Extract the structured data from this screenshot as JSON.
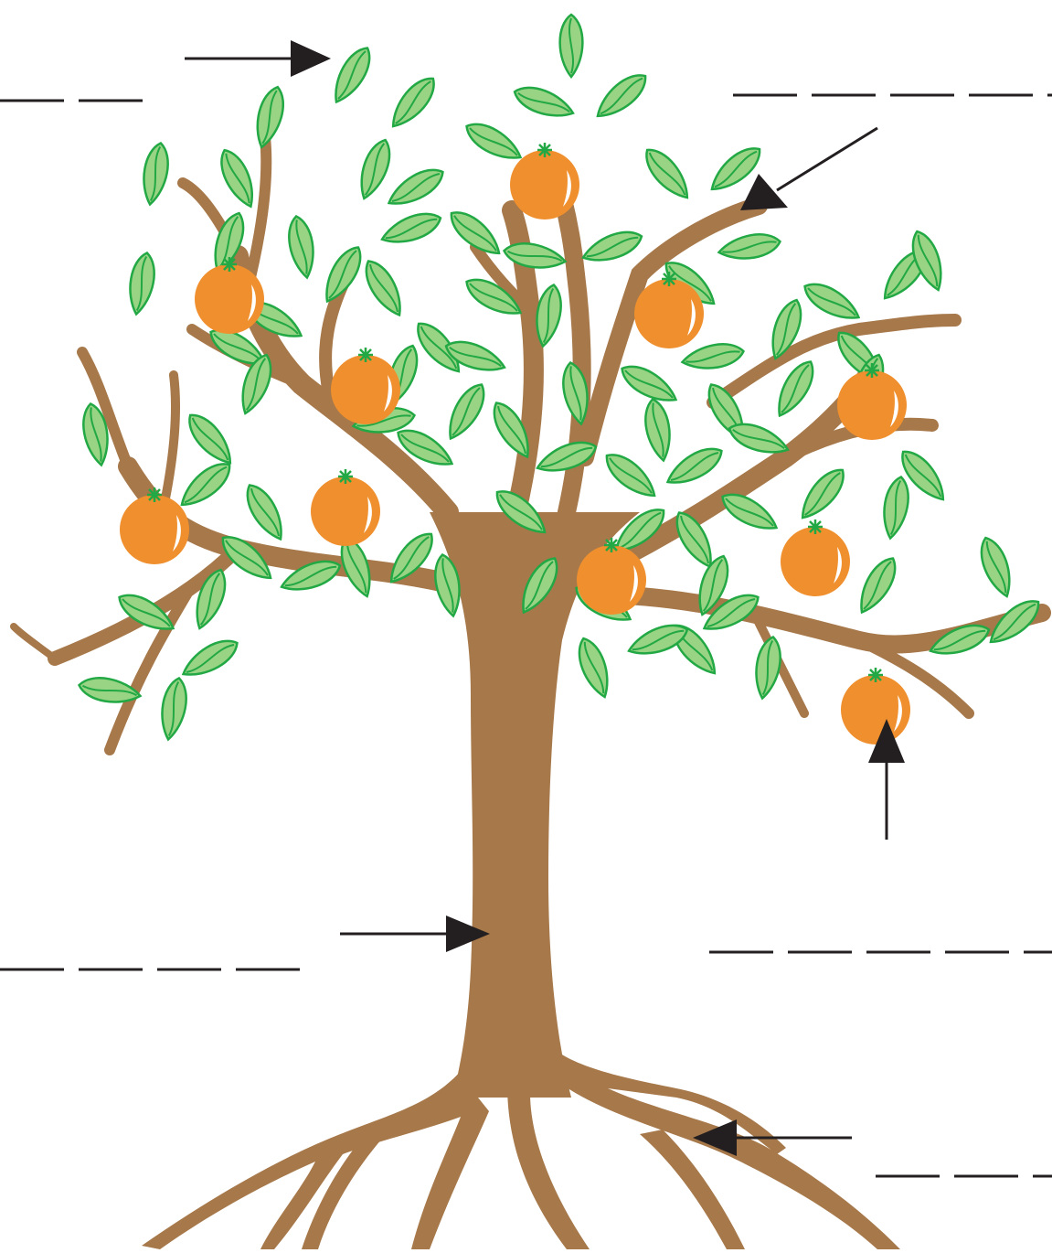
{
  "diagram": {
    "type": "tree-parts-labeling-worksheet",
    "colors": {
      "trunk": "#A6784A",
      "leaf_fill": "#98D483",
      "leaf_stroke": "#22A844",
      "fruit": "#EF8F2D",
      "fruit_highlight": "#FFFFFF",
      "stem": "#22A844",
      "arrow": "#231F20",
      "blank_line": "#231F20"
    },
    "labels": [
      {
        "id": "leaf",
        "text": ""
      },
      {
        "id": "branch",
        "text": ""
      },
      {
        "id": "fruit",
        "text": ""
      },
      {
        "id": "trunk",
        "text": ""
      },
      {
        "id": "roots",
        "text": ""
      }
    ]
  }
}
